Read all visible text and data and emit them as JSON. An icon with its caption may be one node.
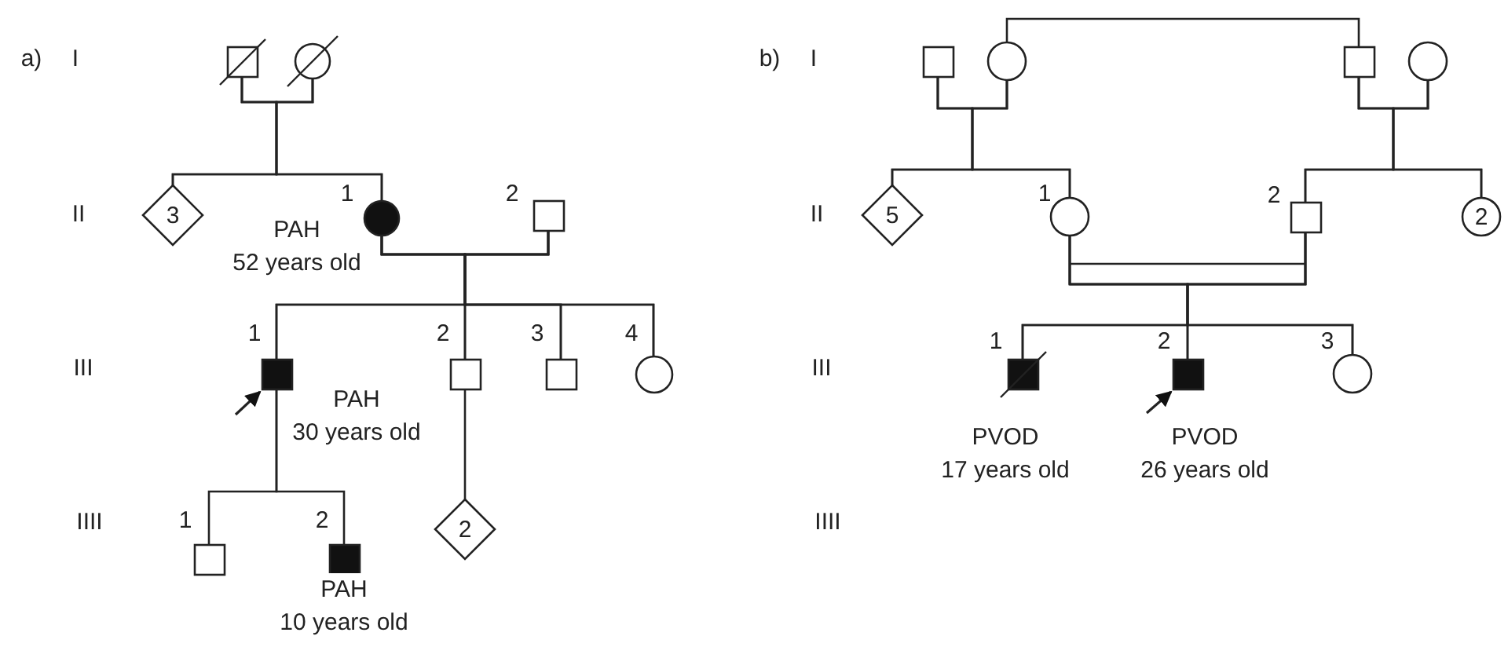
{
  "diagram": {
    "nodes": [
      {
        "text": [],
        "shape": "square"
      },
      {
        "text": [],
        "shape": "circle"
      },
      {
        "text": [
          "3"
        ]
      },
      {
        "text": [
          "1"
        ],
        "beside": [
          "PAH",
          "52 years old"
        ]
      },
      {
        "text": [
          "2"
        ]
      },
      {
        "text": [
          "1"
        ],
        "beside": [
          "PAH",
          "30 years old"
        ]
      },
      {
        "text": [
          "2"
        ]
      },
      {
        "text": [
          "3"
        ]
      },
      {
        "text": [
          "4"
        ]
      },
      {
        "text": [
          "1"
        ]
      },
      {
        "text": [
          "2"
        ],
        "beside": [
          "PAH",
          "10 years old"
        ]
      },
      {
        "text": [
          "2"
        ]
      },
      {
        "text": [],
        "shape": "square"
      },
      {
        "text": [],
        "shape": "circle"
      },
      {
        "text": [],
        "shape": "square"
      },
      {
        "text": [],
        "shape": "circle"
      },
      {
        "text": [
          "5"
        ]
      },
      {
        "text": [
          "1"
        ]
      },
      {
        "text": [
          "2"
        ]
      },
      {
        "text": [
          "2"
        ]
      },
      {
        "text": [
          "1"
        ],
        "beside": [
          "PVOD",
          "17 years old"
        ]
      },
      {
        "text": [
          "2"
        ],
        "beside": [
          "PVOD",
          "26 years old"
        ]
      },
      {
        "text": [
          "3"
        ]
      }
    ],
    "edges": [
      {
        "from": 0,
        "to": 1,
        "arrow": "none"
      },
      {
        "from": 0,
        "to": 2,
        "arrow": "none"
      },
      {
        "from": 1,
        "to": 2,
        "arrow": "none"
      },
      {
        "from": 0,
        "to": 3,
        "arrow": "none"
      },
      {
        "from": 1,
        "to": 3,
        "arrow": "none"
      },
      {
        "from": 3,
        "to": 4,
        "arrow": "none"
      },
      {
        "from": 3,
        "to": 5,
        "arrow": "none"
      },
      {
        "from": 4,
        "to": 5,
        "arrow": "none"
      },
      {
        "from": 3,
        "to": 6,
        "arrow": "none"
      },
      {
        "from": 4,
        "to": 6,
        "arrow": "none"
      },
      {
        "from": 3,
        "to": 7,
        "arrow": "none"
      },
      {
        "from": 4,
        "to": 7,
        "arrow": "none"
      },
      {
        "from": 3,
        "to": 8,
        "arrow": "none"
      },
      {
        "from": 4,
        "to": 8,
        "arrow": "none"
      },
      {
        "from": 5,
        "to": 9,
        "arrow": "none"
      },
      {
        "from": 5,
        "to": 10,
        "arrow": "none"
      },
      {
        "from": 6,
        "to": 11,
        "arrow": "none"
      },
      {
        "from": null,
        "to": 5,
        "arrow": "to"
      },
      {
        "from": 12,
        "to": 13,
        "arrow": "none"
      },
      {
        "from": 13,
        "to": 14,
        "arrow": "none"
      },
      {
        "from": 14,
        "to": 15,
        "arrow": "none"
      },
      {
        "from": 12,
        "to": 16,
        "arrow": "none"
      },
      {
        "from": 13,
        "to": 16,
        "arrow": "none"
      },
      {
        "from": 12,
        "to": 17,
        "arrow": "none"
      },
      {
        "from": 13,
        "to": 17,
        "arrow": "none"
      },
      {
        "from": 14,
        "to": 18,
        "arrow": "none"
      },
      {
        "from": 15,
        "to": 18,
        "arrow": "none"
      },
      {
        "from": 14,
        "to": 19,
        "arrow": "none"
      },
      {
        "from": 15,
        "to": 19,
        "arrow": "none"
      },
      {
        "from": 17,
        "to": 18,
        "arrow": "none"
      },
      {
        "from": 17,
        "to": 20,
        "arrow": "none"
      },
      {
        "from": 18,
        "to": 20,
        "arrow": "none"
      },
      {
        "from": 17,
        "to": 21,
        "arrow": "none"
      },
      {
        "from": 18,
        "to": 21,
        "arrow": "none"
      },
      {
        "from": 17,
        "to": 22,
        "arrow": "none"
      },
      {
        "from": 18,
        "to": 22,
        "arrow": "none"
      },
      {
        "from": null,
        "to": 21,
        "arrow": "to"
      }
    ],
    "labels": [
      "a)",
      "I",
      "II",
      "III",
      "IIII",
      "b)",
      "I",
      "II",
      "III",
      "IIII"
    ]
  }
}
